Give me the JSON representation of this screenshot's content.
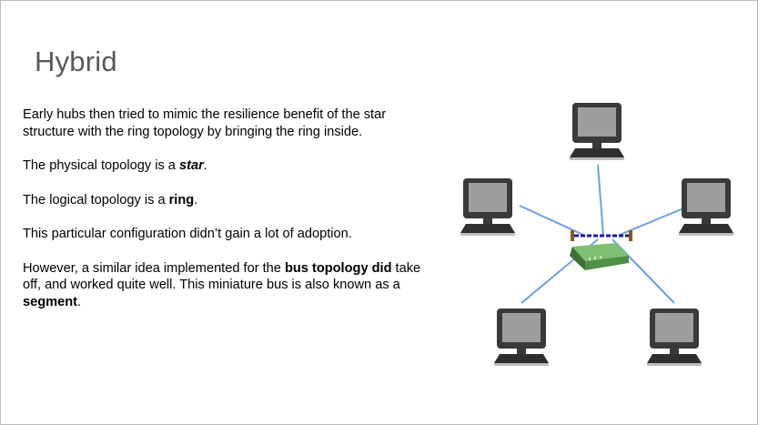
{
  "slide": {
    "title": "Hybrid",
    "paragraphs": {
      "p1": "Early hubs then tried  to mimic the resilience benefit of the star structure with the ring topology by bringing the ring inside.",
      "p2": {
        "before": "The physical topology is a ",
        "emph": "star",
        "after": "."
      },
      "p3": {
        "before": "The  logical topology is a ",
        "emph": "ring",
        "after": "."
      },
      "p4": "This particular configuration didn’t gain a lot of adoption.",
      "p5": {
        "before": "However, a similar idea implemented for the ",
        "emph1": "bus topology did",
        "middle": " take off, and worked quite well. This  miniature bus is also known as a ",
        "emph2": "segment",
        "after": "."
      }
    }
  },
  "diagram": {
    "colors": {
      "link": "#6d9eeb",
      "monitor_bezel": "#3a3a3a",
      "monitor_screen": "#9e9e9e",
      "hub_body": "#4f8f46",
      "ring_bus": "#1a1aaa",
      "bus_terminator": "#8b5a1e"
    },
    "icons": [
      "computer-icon",
      "hub-icon"
    ]
  }
}
